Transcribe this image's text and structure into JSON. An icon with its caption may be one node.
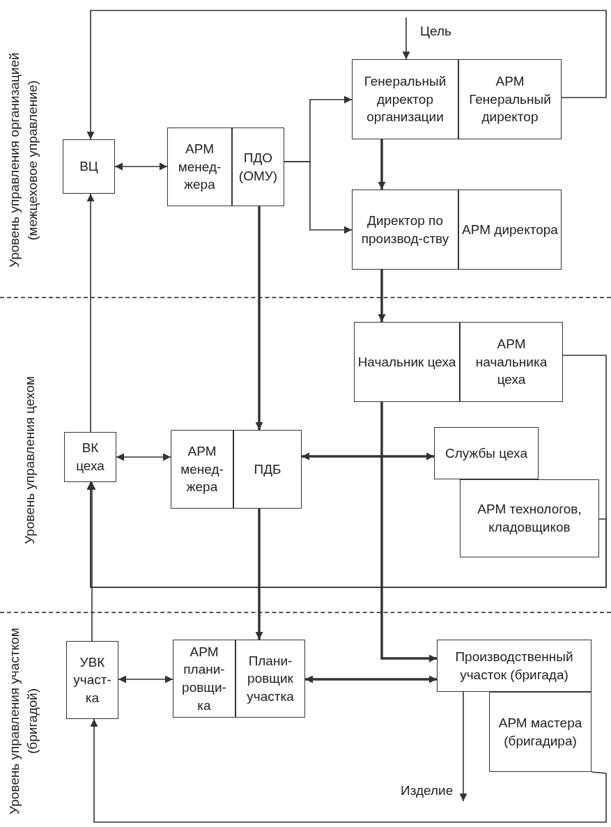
{
  "diagram": {
    "nodes": [
      {
        "text": [
          "Уровень управления организацией (межцеховое управление)"
        ]
      },
      {
        "text": [
          "ВЦ"
        ],
        "in": 0
      },
      {
        "text": [
          "АРМ менед-жера"
        ],
        "in": 0
      },
      {
        "text": [
          "ПДО (ОМУ)"
        ],
        "in": 0
      },
      {
        "text": [
          "Генеральный директор организации"
        ],
        "in": 0
      },
      {
        "text": [
          "АРМ Генеральный директор"
        ],
        "in": 0
      },
      {
        "text": [
          "Директор по производ-ству"
        ],
        "in": 0
      },
      {
        "text": [
          "АРМ директора"
        ],
        "in": 0
      },
      {
        "text": [
          "Уровень управления цехом"
        ]
      },
      {
        "text": [
          "Начальник цеха"
        ],
        "in": 8
      },
      {
        "text": [
          "АРМ начальника цеха"
        ],
        "in": 8
      },
      {
        "text": [
          "ВК цеха"
        ],
        "in": 8
      },
      {
        "text": [
          "АРМ менед-жера"
        ],
        "in": 8
      },
      {
        "text": [
          "ПДБ"
        ],
        "in": 8
      },
      {
        "text": [
          "Службы цеха"
        ],
        "in": 8
      },
      {
        "text": [
          "АРМ технологов, кладовщиков"
        ],
        "in": 8
      },
      {
        "text": [
          "Уровень управления участком (бригадой)"
        ]
      },
      {
        "text": [
          "УВК участ-ка"
        ],
        "in": 16
      },
      {
        "text": [
          "АРМ плани-ровщи-ка"
        ],
        "in": 16
      },
      {
        "text": [
          "Плани-ровщик участка"
        ],
        "in": 16
      },
      {
        "text": [
          "Производственный участок (бригада)"
        ],
        "in": 16
      },
      {
        "text": [
          "АРМ мастера (бригадира)"
        ],
        "in": 16
      }
    ],
    "edges": [
      {
        "from": null,
        "to": 4,
        "arrow": "to",
        "label": "Цель"
      },
      {
        "from": 1,
        "to": 2,
        "arrow": "both"
      },
      {
        "from": 3,
        "to": 4,
        "arrow": "to"
      },
      {
        "from": 3,
        "to": 6,
        "arrow": "to"
      },
      {
        "from": 4,
        "to": 6,
        "arrow": "to",
        "style": "thick"
      },
      {
        "from": 5,
        "to": 1,
        "arrow": "to"
      },
      {
        "from": 6,
        "to": 9,
        "arrow": "to",
        "style": "thick"
      },
      {
        "from": 3,
        "to": 13,
        "arrow": "to",
        "style": "thick"
      },
      {
        "from": 11,
        "to": 1,
        "arrow": "to"
      },
      {
        "from": 11,
        "to": 12,
        "arrow": "both"
      },
      {
        "from": 13,
        "to": 14,
        "arrow": "both",
        "style": "thick"
      },
      {
        "from": 10,
        "to": 11,
        "arrow": "to"
      },
      {
        "from": 15,
        "to": 11,
        "arrow": "to"
      },
      {
        "from": 13,
        "to": 19,
        "arrow": "to",
        "style": "thick"
      },
      {
        "from": 17,
        "to": 11,
        "arrow": "to"
      },
      {
        "from": 17,
        "to": 18,
        "arrow": "both"
      },
      {
        "from": 19,
        "to": 20,
        "arrow": "both",
        "style": "thick"
      },
      {
        "from": 9,
        "to": 20,
        "arrow": "to",
        "style": "thick"
      },
      {
        "from": 20,
        "to": null,
        "arrow": "to",
        "label": "Изделие"
      },
      {
        "from": 21,
        "to": 17,
        "arrow": "to"
      }
    ]
  }
}
